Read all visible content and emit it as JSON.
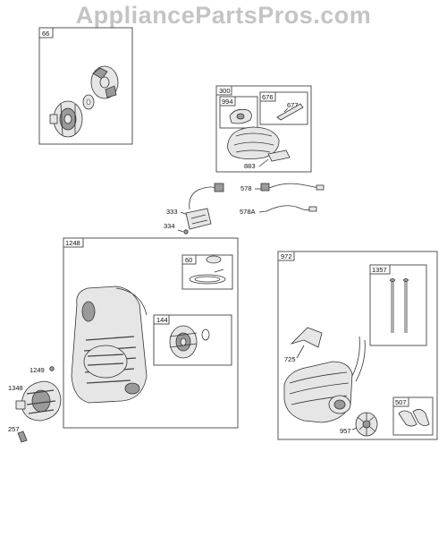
{
  "watermark": "AppliancePartsPros.com",
  "colors": {
    "watermark": "#c4c4c4",
    "box_stroke": "#555555",
    "part_fill": "#e6e6e6"
  },
  "groups": {
    "g66": "66",
    "g300": "300",
    "g994": "994",
    "g676": "676",
    "g1248": "1248",
    "g60": "60",
    "g144": "144",
    "g972": "972",
    "g1357": "1357",
    "g507": "507"
  },
  "parts": {
    "p677": "677",
    "p883": "883",
    "p578": "578",
    "p578a": "578A",
    "p333": "333",
    "p334": "334",
    "p725": "725",
    "p957": "957",
    "p1249": "1249",
    "p1348": "1348",
    "p257": "257"
  }
}
